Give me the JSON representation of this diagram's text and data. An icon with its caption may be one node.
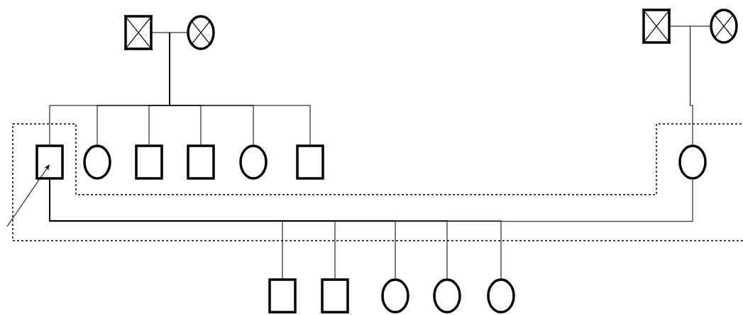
{
  "diagram": {
    "nodes": [
      {
        "text": [],
        "shape": "box"
      },
      {
        "text": [],
        "shape": "circle"
      },
      {
        "text": [],
        "shape": "box"
      },
      {
        "text": [],
        "shape": "circle"
      },
      {
        "text": [],
        "shape": "box"
      },
      {
        "text": [],
        "shape": "box"
      },
      {
        "text": [],
        "shape": "circle"
      },
      {
        "text": [],
        "shape": "box"
      },
      {
        "text": [],
        "shape": "box"
      },
      {
        "text": [],
        "shape": "circle"
      },
      {
        "text": [],
        "shape": "circle"
      },
      {
        "text": [],
        "shape": "box"
      },
      {
        "text": [],
        "shape": "box"
      },
      {
        "text": [],
        "shape": "circle"
      },
      {
        "text": [],
        "shape": "circle"
      },
      {
        "text": [],
        "shape": "circle"
      }
    ],
    "edges": [
      {
        "from": 0,
        "to": 1,
        "arrow": "none"
      },
      {
        "from": 0,
        "to": 2,
        "arrow": "none"
      },
      {
        "from": 0,
        "to": 3,
        "arrow": "none"
      },
      {
        "from": 0,
        "to": 4,
        "arrow": "none"
      },
      {
        "from": 0,
        "to": 5,
        "arrow": "none"
      },
      {
        "from": 0,
        "to": 6,
        "arrow": "none"
      },
      {
        "from": 0,
        "to": 7,
        "arrow": "none"
      },
      {
        "from": 8,
        "to": 9,
        "arrow": "none"
      },
      {
        "from": 8,
        "to": 10,
        "arrow": "none"
      },
      {
        "from": 2,
        "to": 10,
        "arrow": "none"
      },
      {
        "from": 2,
        "to": 11,
        "arrow": "none"
      },
      {
        "from": 2,
        "to": 12,
        "arrow": "none"
      },
      {
        "from": 2,
        "to": 13,
        "arrow": "none"
      },
      {
        "from": 2,
        "to": 14,
        "arrow": "none"
      },
      {
        "from": 2,
        "to": 15,
        "arrow": "none"
      },
      {
        "from": null,
        "to": 2,
        "arrow": "to"
      }
    ]
  }
}
